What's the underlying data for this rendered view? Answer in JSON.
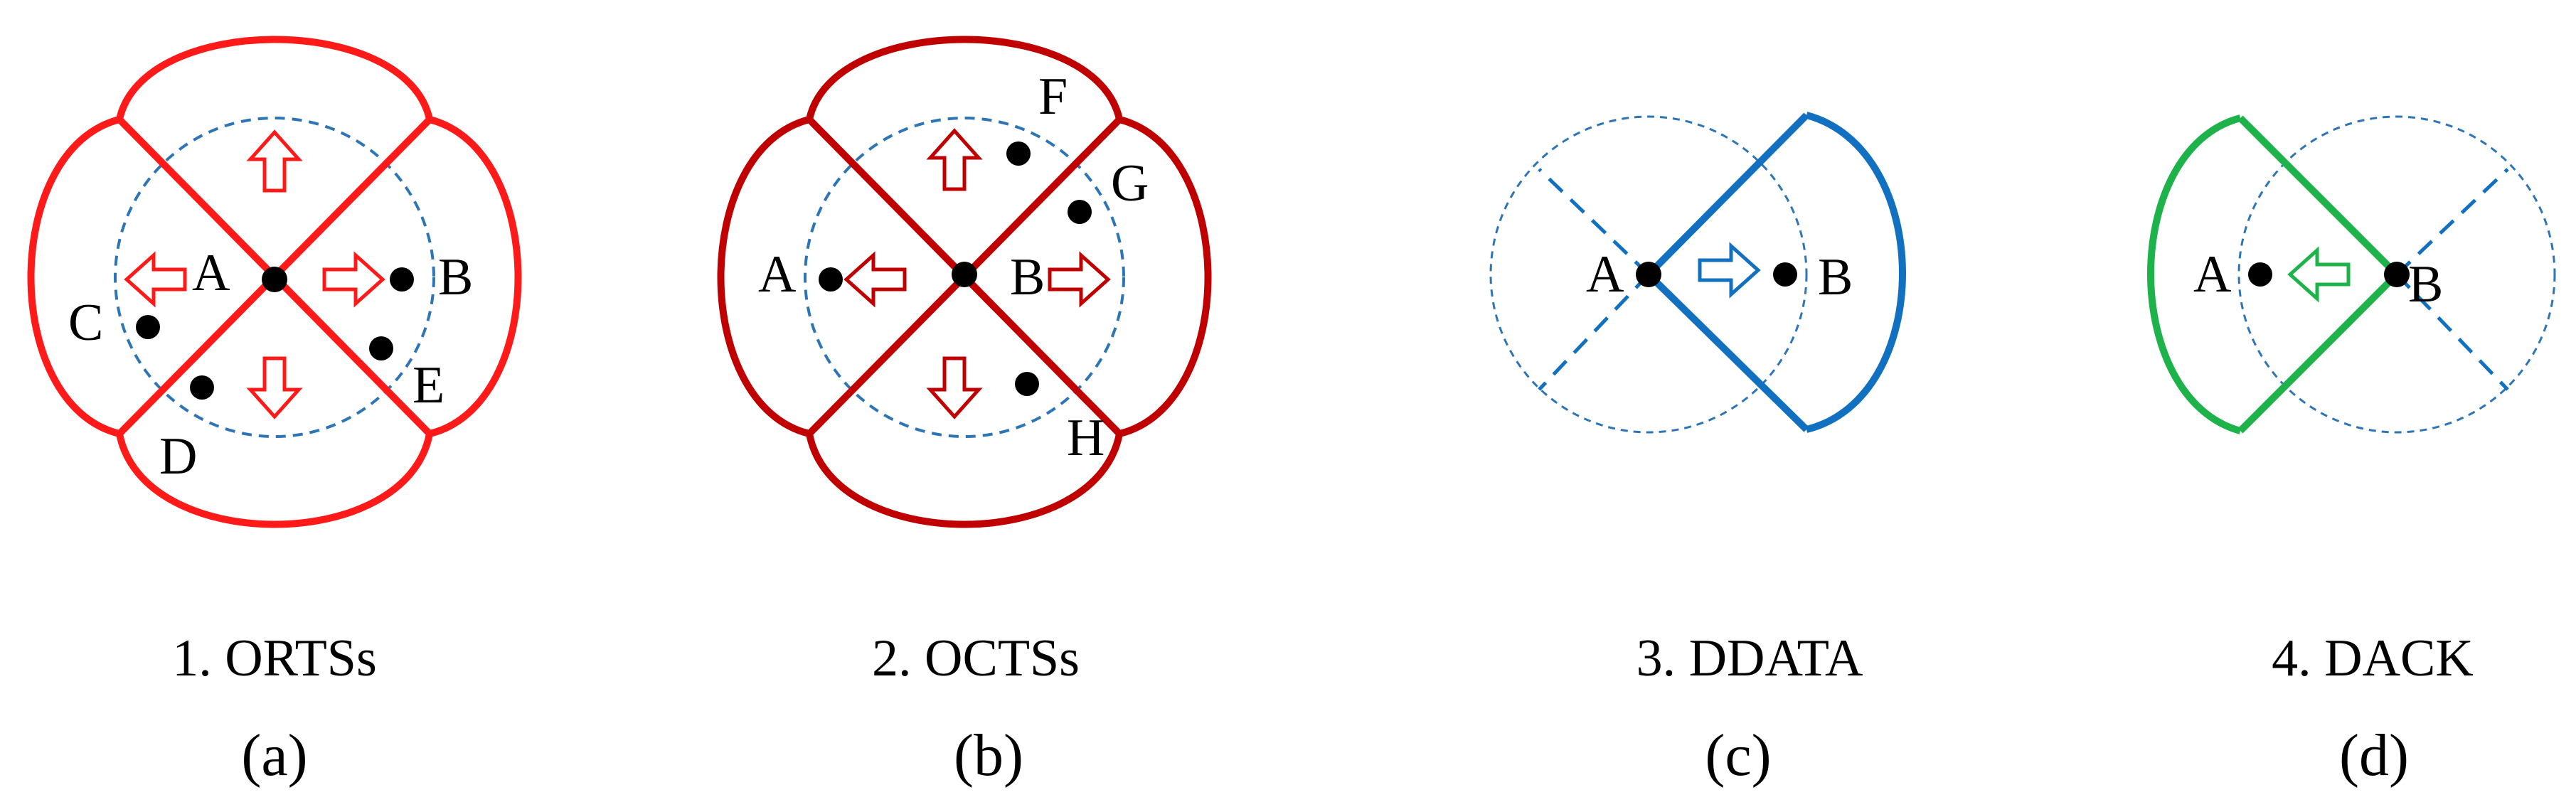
{
  "colors": {
    "orts": "#ff1a1a",
    "octs": "#c00000",
    "ddata": "#1170c0",
    "dack": "#1db34a",
    "range_circle": "#2e75b6",
    "node": "#000000"
  },
  "panels": [
    {
      "id": "a",
      "caption": "1. ORTSs",
      "sublabel": "(a)",
      "nodes": [
        {
          "label": "A"
        },
        {
          "label": "B"
        },
        {
          "label": "C"
        },
        {
          "label": "D"
        },
        {
          "label": "E"
        }
      ]
    },
    {
      "id": "b",
      "caption": "2. OCTSs",
      "sublabel": "(b)",
      "nodes": [
        {
          "label": "A"
        },
        {
          "label": "B"
        },
        {
          "label": "F"
        },
        {
          "label": "G"
        },
        {
          "label": "H"
        }
      ]
    },
    {
      "id": "c",
      "caption": "3. DDATA",
      "sublabel": "(c)",
      "nodes": [
        {
          "label": "A"
        },
        {
          "label": "B"
        }
      ]
    },
    {
      "id": "d",
      "caption": "4. DACK",
      "sublabel": "(d)",
      "nodes": [
        {
          "label": "A"
        },
        {
          "label": "B"
        }
      ]
    }
  ]
}
